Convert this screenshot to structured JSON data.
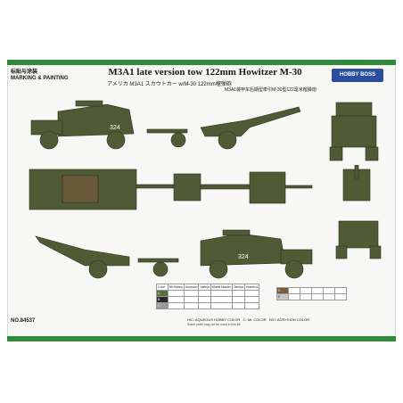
{
  "header": {
    "marking_cn": "标贴与涂装",
    "marking_en": "MARKING & PAINTING",
    "title": "M3A1  late version tow 122mm Howitzer M-30",
    "subtitle_jp": "アメリカ M3A1 スカウトカー w/M-30 122mm榴弾砲",
    "subtitle_cn": "M3A1装甲车后期型牵引M-30型122毫米榴弹炮",
    "brand": "HOBBY BOSS"
  },
  "vehicle": {
    "number_marking": "324"
  },
  "color_table": {
    "left": {
      "headers": [
        "Color",
        "Mr.Hobby",
        "Acrysion",
        "Vallejo",
        "Model Master",
        "Tamiya",
        "Humbrol"
      ],
      "rows": [
        {
          "letter": "A",
          "swatch": "#5a6b3e",
          "cells": [
            "",
            "",
            "",
            "",
            "",
            ""
          ]
        },
        {
          "letter": "B",
          "swatch": "#2a2a2a",
          "cells": [
            "",
            "",
            "",
            "",
            "",
            ""
          ]
        },
        {
          "letter": "C",
          "swatch": "#9a9a9a",
          "cells": [
            "",
            "",
            "",
            "",
            "",
            ""
          ]
        }
      ]
    },
    "right": {
      "rows": [
        {
          "letter": "D",
          "swatch": "#7a5a3a"
        },
        {
          "letter": "E",
          "swatch": "#c8c8c8"
        }
      ]
    }
  },
  "legend": {
    "aqueous": "H/C: AQUEOUS HOBBY COLOR",
    "mr_color": "C: Mr. COLOR",
    "acrysion": "N/C: ACRYSION COLOR"
  },
  "product_no": "NO.84537",
  "footnote": "Some parts may not be used in this kit.",
  "colors": {
    "olive": "#4f5b35",
    "olive_dark": "#3b4527",
    "green_bar": "#2f8a3a",
    "brand_blue": "#2a4fa0"
  }
}
